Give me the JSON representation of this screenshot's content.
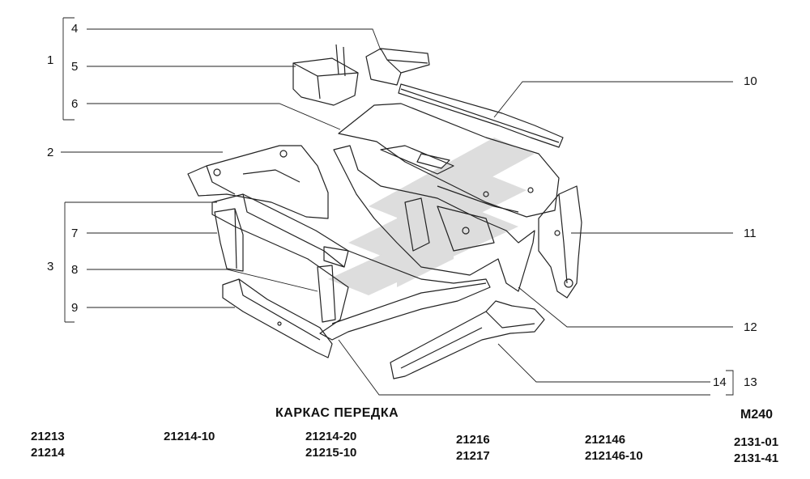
{
  "diagram": {
    "title": "КАРКАС ПЕРЕДКА",
    "code": "M240",
    "callouts": [
      "1",
      "2",
      "3",
      "4",
      "5",
      "6",
      "7",
      "8",
      "9",
      "10",
      "11",
      "12",
      "13",
      "14"
    ]
  },
  "models": [
    [
      "21213",
      "21214"
    ],
    [
      "21214-10"
    ],
    [
      "21214-20",
      "21215-10"
    ],
    [
      "21216",
      "21217"
    ],
    [
      "212146",
      "212146-10"
    ],
    [
      "2131-01",
      "2131-41"
    ]
  ],
  "colors": {
    "line": "#222222",
    "watermark": "#cfcfcf",
    "background": "#ffffff"
  }
}
